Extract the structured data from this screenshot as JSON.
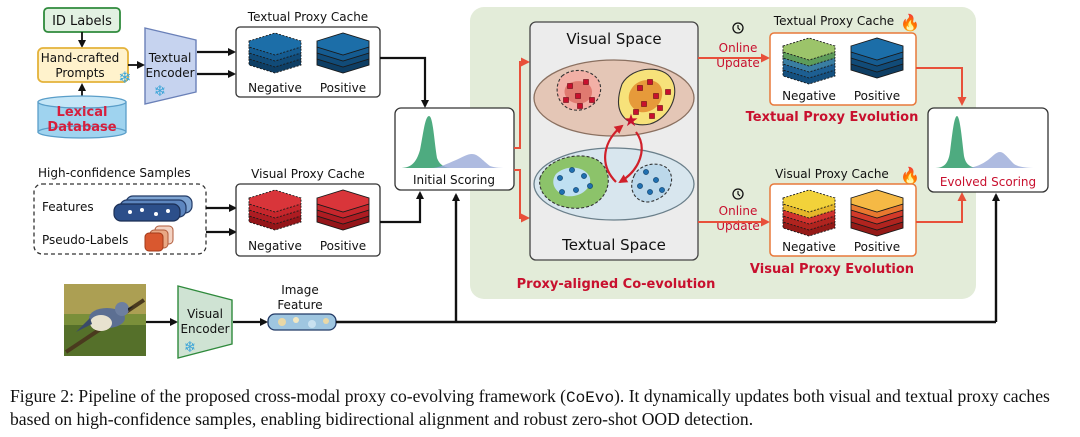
{
  "left": {
    "id_labels": "ID Labels",
    "prompts_line1": "Hand-crafted",
    "prompts_line2": "Prompts",
    "lexical_line1": "Lexical",
    "lexical_line2": "Database",
    "textual_encoder_line1": "Textual",
    "textual_encoder_line2": "Encoder",
    "textual_cache_title": "Textual Proxy Cache",
    "negative": "Negative",
    "positive": "Positive",
    "high_conf_title": "High-confidence Samples",
    "features": "Features",
    "pseudo_labels": "Pseudo-Labels",
    "visual_cache_title": "Visual Proxy Cache",
    "visual_encoder_line1": "Visual",
    "visual_encoder_line2": "Encoder",
    "image_feature_line1": "Image",
    "image_feature_line2": "Feature",
    "initial_scoring": "Initial Scoring"
  },
  "right": {
    "visual_space": "Visual Space",
    "textual_space": "Textual Space",
    "online_line1": "Online",
    "online_line2": "Update",
    "textual_cache_title": "Textual Proxy Cache",
    "visual_cache_title": "Visual Proxy Cache",
    "negative": "Negative",
    "positive": "Positive",
    "textual_evolution": "Textual Proxy Evolution",
    "visual_evolution": "Visual Proxy Evolution",
    "coevolution": "Proxy-aligned Co-evolution",
    "evolved_scoring": "Evolved Scoring"
  },
  "caption": {
    "prefix": "Figure 2: Pipeline of the proposed cross-modal proxy co-evolving framework (",
    "code": "CoEvo",
    "suffix": "). It dynamically updates both visual and textual proxy caches based on high-confidence samples, enabling bidirectional alignment and robust zero-shot OOD detection."
  },
  "colors": {
    "accent_red": "#c8102e",
    "arrow_red": "#e8503a",
    "panel_green": "#e3ecd9",
    "encoder_blue": "#c6d3ef",
    "encoder_green": "#cfe3d3",
    "textual_blue": "#1a5f93",
    "visual_red": "#c9282d"
  }
}
